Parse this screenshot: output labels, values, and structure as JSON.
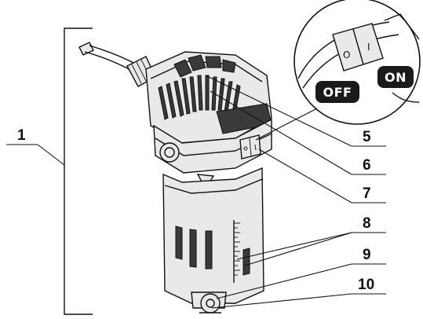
{
  "labels": {
    "l1": "1",
    "l5": "5",
    "l6": "6",
    "l7": "7",
    "l8": "8",
    "l9": "9",
    "l10": "10"
  },
  "switch": {
    "off_label": "OFF",
    "on_label": "ON",
    "off_symbol": "O",
    "on_symbol": "I"
  },
  "colors": {
    "ink": "#111111",
    "pill": "#1a1a1a",
    "body": "#e9e9e9",
    "dark": "#3a3a3a"
  }
}
